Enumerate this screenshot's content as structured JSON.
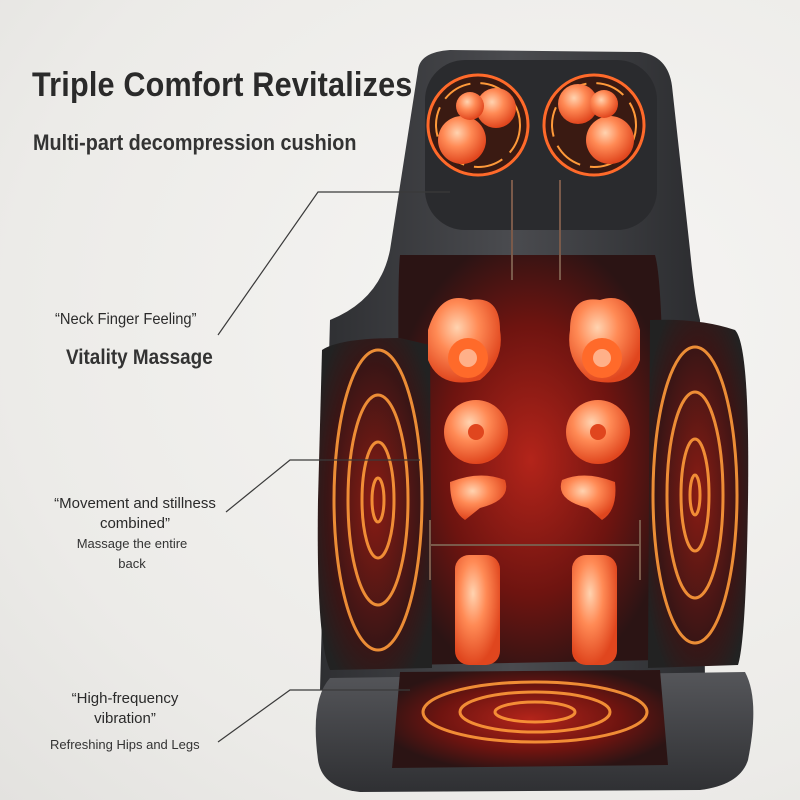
{
  "headline": {
    "title": "Triple Comfort Revitalizes",
    "subtitle": "Multi-part decompression cushion"
  },
  "features": [
    {
      "heading": "“Neck Finger Feeling”",
      "subheading": "Vitality Massage"
    },
    {
      "heading": "“Movement and stillness combined”",
      "subheading": "Massage the entire back"
    },
    {
      "heading": "“High-frequency vibration”",
      "subheading": "Refreshing Hips and Legs"
    }
  ],
  "colors": {
    "background": "#eeedea",
    "cushion_shell": "#3a3b3e",
    "heat_glow": "#ff5a2a",
    "massage_node": "#ff8a55",
    "text": "#2a2a2a"
  }
}
